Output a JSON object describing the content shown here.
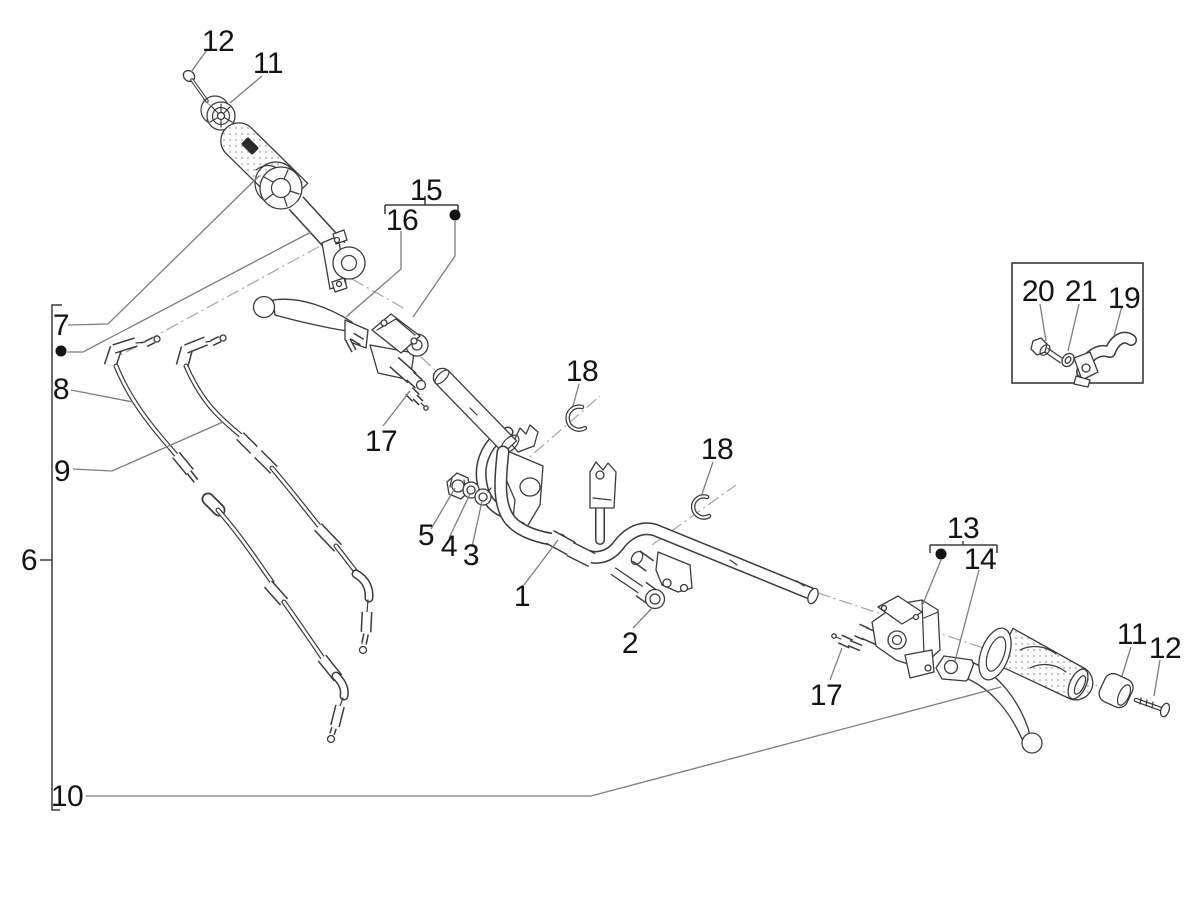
{
  "colors": {
    "background": "#ffffff",
    "ink": "#3a3a3a",
    "leader": "#7c7c7c",
    "dashdot": "#a3a3a3",
    "bracket": "#3a3a3a",
    "label": "#141414"
  },
  "callouts": [
    {
      "label": "12"
    },
    {
      "label": "11"
    },
    {
      "label": "15"
    },
    {
      "label": "16"
    },
    {
      "label": "17"
    },
    {
      "label": "18"
    },
    {
      "label": "18"
    },
    {
      "label": "7"
    },
    {
      "label": "8"
    },
    {
      "label": "9"
    },
    {
      "label": "6"
    },
    {
      "label": "5"
    },
    {
      "label": "4"
    },
    {
      "label": "3"
    },
    {
      "label": "1"
    },
    {
      "label": "2"
    },
    {
      "label": "10"
    },
    {
      "label": "13"
    },
    {
      "label": "14"
    },
    {
      "label": "17"
    },
    {
      "label": "11"
    },
    {
      "label": "12"
    },
    {
      "label": "20"
    },
    {
      "label": "21"
    },
    {
      "label": "19"
    }
  ]
}
